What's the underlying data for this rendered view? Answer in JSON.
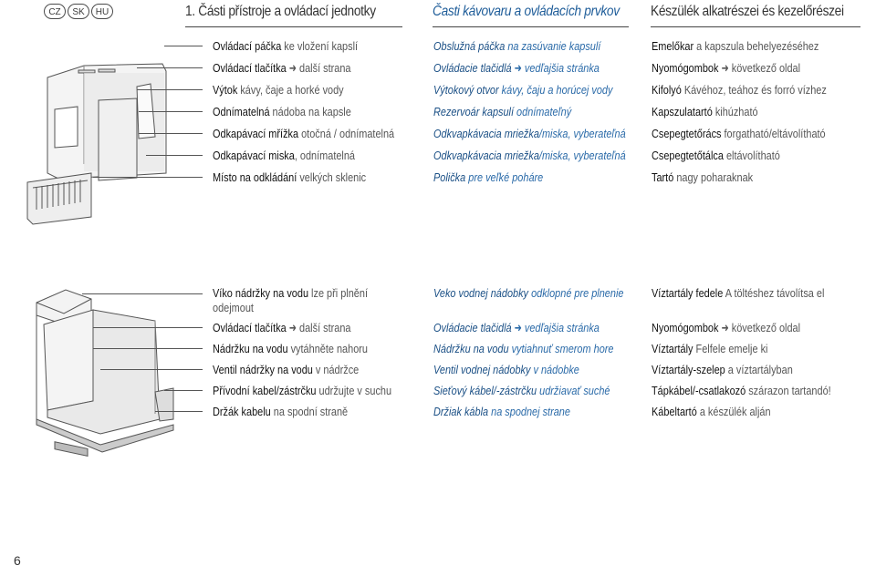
{
  "header": {
    "languages": [
      "CZ",
      "SK",
      "HU"
    ],
    "title_cz": "1.  Části přístroje a ovládací jednotky",
    "title_sk": "Časti kávovaru a ovládacích prvkov",
    "title_hu": "Készülék alkatrészei és kezelőrészei"
  },
  "section1": {
    "cz": [
      {
        "bold": "Ovládací páčka",
        "rest": " ke vložení kapslí"
      },
      {
        "bold": "Ovládací tlačítka",
        "rest": " ➜ další strana"
      },
      {
        "bold": "Výtok",
        "rest": " kávy, čaje a horké vody"
      },
      {
        "bold": "Odnímatelná",
        "rest": " nádoba na kapsle"
      },
      {
        "bold": "Odkapávací mřížka",
        "rest": " otočná / odnímatelná"
      },
      {
        "bold": "Odkapávací miska",
        "rest": ", odnímatelná"
      },
      {
        "bold": "Místo na odkládání",
        "rest": " velkých sklenic"
      }
    ],
    "sk": [
      {
        "bold": "Obslužná páčka",
        "rest": " na zasúvanie kapsulí"
      },
      {
        "bold": "Ovládacie tlačidlá",
        "rest": " ➜ vedľajšia stránka"
      },
      {
        "bold": "Výtokový otvor",
        "rest": " kávy, čaju a horúcej vody"
      },
      {
        "bold": "Rezervoár kapsulí",
        "rest": " odnímateľný"
      },
      {
        "bold": "Odkvapkávacia mriežka",
        "rest": "/miska, vyberateľná"
      },
      {
        "bold": "Odkvapkávacia mriežka",
        "rest": "/miska, vyberateľná"
      },
      {
        "bold": "Polička",
        "rest": " pre veľké poháre"
      }
    ],
    "hu": [
      {
        "bold": "Emelőkar",
        "rest": " a kapszula behelyezéséhez"
      },
      {
        "bold": "Nyomógombok",
        "rest": " ➜ következő oldal"
      },
      {
        "bold": "Kifolyó",
        "rest": " Kávéhoz, teához és forró vízhez"
      },
      {
        "bold": "Kapszulatartó",
        "rest": " kihúzható"
      },
      {
        "bold": "Csepegtetőrács",
        "rest": " forgatható/eltávolítható"
      },
      {
        "bold": "Csepegtetőtálca",
        "rest": " eltávolítható"
      },
      {
        "bold": "Tartó",
        "rest": " nagy poharaknak"
      }
    ]
  },
  "section2": {
    "cz": [
      {
        "bold": "Víko nádržky na vodu",
        "rest": " lze při plnění",
        "line2": "odejmout"
      },
      {
        "bold": "Ovládací tlačítka",
        "rest": " ➜ další strana"
      },
      {
        "bold": "Nádržku na vodu",
        "rest": " vytáhněte nahoru"
      },
      {
        "bold": "Ventil nádržky na vodu",
        "rest": " v nádržce"
      },
      {
        "bold": "Přívodní kabel/zástrčku",
        "rest": " udržujte v suchu"
      },
      {
        "bold": "Držák kabelu",
        "rest": " na spodní straně"
      }
    ],
    "sk": [
      {
        "bold": "Veko vodnej nádobky",
        "rest": " odklopné pre plnenie"
      },
      {
        "bold": "Ovládacie tlačidlá",
        "rest": " ➜ vedľajšia stránka"
      },
      {
        "bold": "Nádržku na vodu",
        "rest": " vytiahnuť smerom hore"
      },
      {
        "bold": "Ventil vodnej nádobky",
        "rest": " v nádobke"
      },
      {
        "bold": "Sieťový kábel/-zástrčku",
        "rest": " udržiavať suché"
      },
      {
        "bold": "Držiak kábla",
        "rest": " na spodnej strane"
      }
    ],
    "hu": [
      {
        "bold": "Víztartály fedele",
        "rest": " A töltéshez távolítsa el"
      },
      {
        "bold": "Nyomógombok",
        "rest": " ➜ következő oldal"
      },
      {
        "bold": "Víztartály",
        "rest": " Felfele emelje ki"
      },
      {
        "bold": "Víztartály-szelep",
        "rest": " a víztartályban"
      },
      {
        "bold": "Tápkábel/-csatlakozó",
        "rest": " szárazon tartandó!"
      },
      {
        "bold": "Kábeltartó",
        "rest": " a készülék alján"
      }
    ]
  },
  "footer": {
    "page_number": "6"
  },
  "colors": {
    "slovak_blue": "#1f5d99",
    "text": "#333333",
    "rule": "#444444"
  }
}
